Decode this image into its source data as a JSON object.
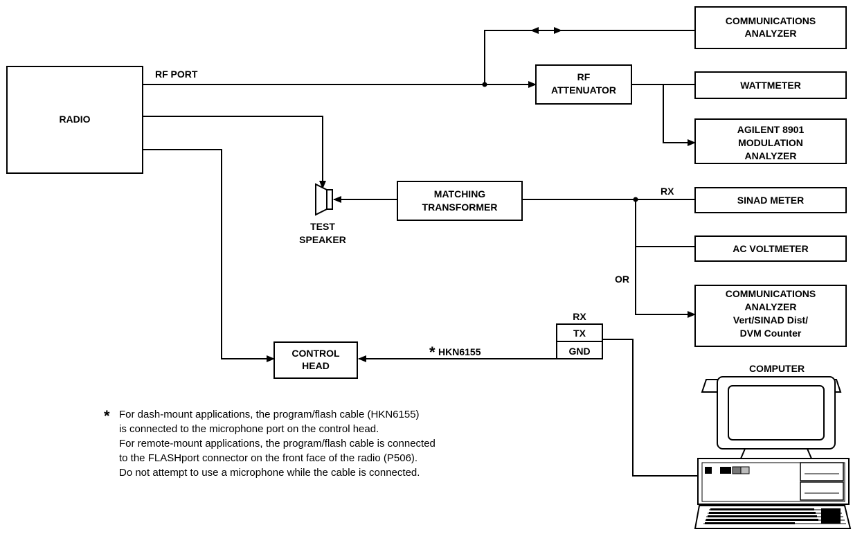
{
  "blocks": {
    "radio": "RADIO",
    "comm_analyzer_top": [
      "COMMUNICATIONS",
      "ANALYZER"
    ],
    "rf_attenuator": [
      "RF",
      "ATTENUATOR"
    ],
    "wattmeter": "WATTMETER",
    "agilent": [
      "AGILENT 8901",
      "MODULATION",
      "ANALYZER"
    ],
    "matching_transformer": [
      "MATCHING",
      "TRANSFORMER"
    ],
    "sinad_meter": "SINAD METER",
    "ac_voltmeter": "AC VOLTMETER",
    "comm_analyzer_bottom": [
      "COMMUNICATIONS",
      "ANALYZER",
      "Vert/SINAD Dist/",
      "DVM Counter"
    ],
    "control_head": [
      "CONTROL",
      "HEAD"
    ],
    "connector": [
      "TX",
      "GND"
    ]
  },
  "labels": {
    "rf_port": "RF PORT",
    "test_speaker": [
      "TEST",
      "SPEAKER"
    ],
    "rx_top": "RX",
    "or": "OR",
    "rx_connector": "RX",
    "cable": "HKN6155",
    "cable_star": "*",
    "computer": "COMPUTER"
  },
  "footnote": {
    "star": "*",
    "lines": [
      "For dash-mount applications, the program/flash cable (HKN6155)",
      "is connected to the microphone port on the control head.",
      "For remote-mount applications, the program/flash cable is connected",
      "to the FLASHport connector on the front face of the radio (P506).",
      "Do not attempt to use a microphone while the cable is connected."
    ]
  }
}
